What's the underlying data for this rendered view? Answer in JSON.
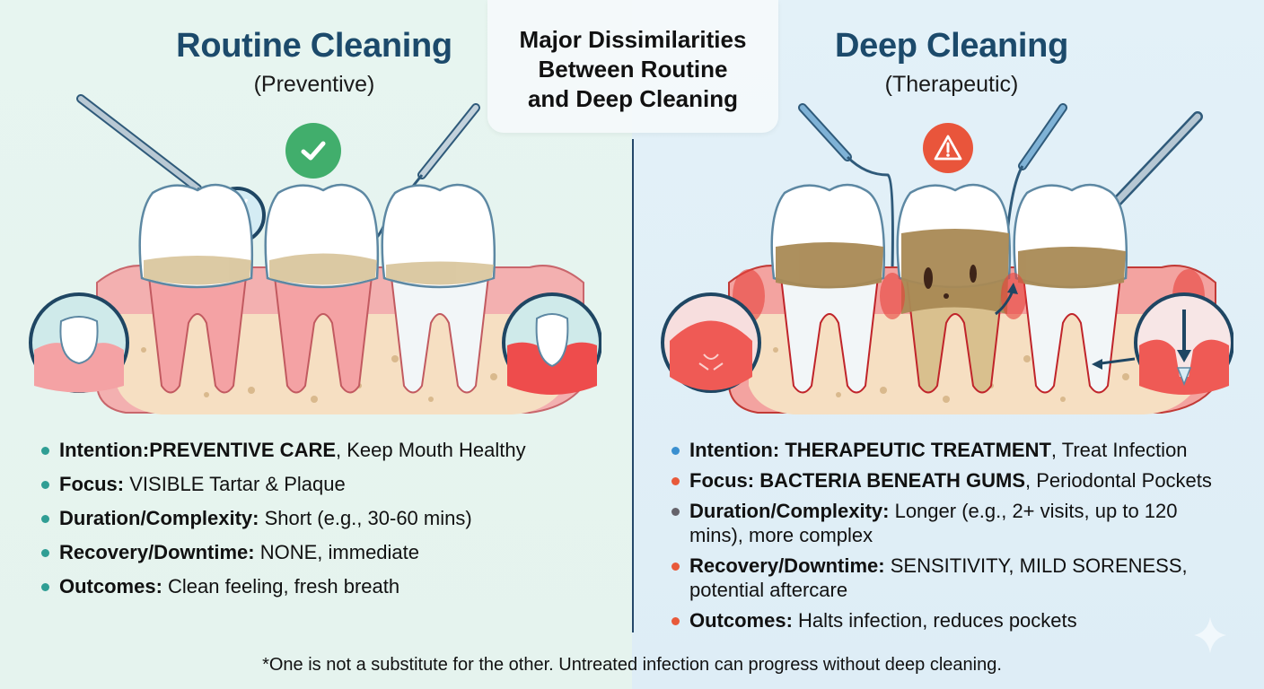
{
  "header": {
    "center_title_lines": [
      "Major Dissimilarities",
      "Between Routine",
      "and Deep Cleaning"
    ]
  },
  "left": {
    "title": "Routine Cleaning",
    "subtitle": "(Preventive)",
    "status_icon": "check-circle-icon",
    "status_color": "#41ae6c",
    "bullet_color": "#2f9e94",
    "items": [
      {
        "label": "Intention:",
        "emphasis": "PREVENTIVE CARE",
        "text": ", Keep Mouth Healthy",
        "dot": "#2f9e94"
      },
      {
        "label": "Focus:",
        "emphasis": "",
        "text": " VISIBLE Tartar & Plaque",
        "dot": "#2f9e94"
      },
      {
        "label": "Duration/Complexity:",
        "emphasis": "",
        "text": " Short (e.g., 30-60 mins)",
        "dot": "#2f9e94"
      },
      {
        "label": "Recovery/Downtime:",
        "emphasis": "",
        "text": " NONE, immediate",
        "dot": "#2f9e94"
      },
      {
        "label": "Outcomes:",
        "emphasis": "",
        "text": " Clean feeling, fresh breath",
        "dot": "#2f9e94"
      }
    ]
  },
  "right": {
    "title": "Deep Cleaning",
    "subtitle": "(Therapeutic)",
    "status_icon": "warning-triangle-icon",
    "status_color": "#e9553b",
    "items": [
      {
        "label": "Intention:",
        "emphasis": " THERAPEUTIC TREATMENT",
        "text": ", Treat Infection",
        "dot": "#3a8fd0"
      },
      {
        "label": "Focus:",
        "emphasis": " BACTERIA BENEATH GUMS",
        "text": ", Periodontal Pockets",
        "dot": "#e8593a"
      },
      {
        "label": "Duration/Complexity:",
        "emphasis": "",
        "text": " Longer (e.g., 2+ visits, up to 120 mins), more complex",
        "dot": "#65636b"
      },
      {
        "label": "Recovery/Downtime:",
        "emphasis": "",
        "text": " SENSITIVITY, MILD SORENESS, potential aftercare",
        "dot": "#e8593a"
      },
      {
        "label": "Outcomes:",
        "emphasis": "",
        "text": " Halts infection, reduces pockets",
        "dot": "#e8593a"
      }
    ]
  },
  "footnote": "*One is not a substitute for the other. Untreated infection can progress without deep cleaning.",
  "colors": {
    "title_blue": "#1c4a6b",
    "gum_pink": "#f4a5a6",
    "gum_inflamed": "#e8413a",
    "bone": "#f6dfc2",
    "tartar": "#a98a55"
  }
}
